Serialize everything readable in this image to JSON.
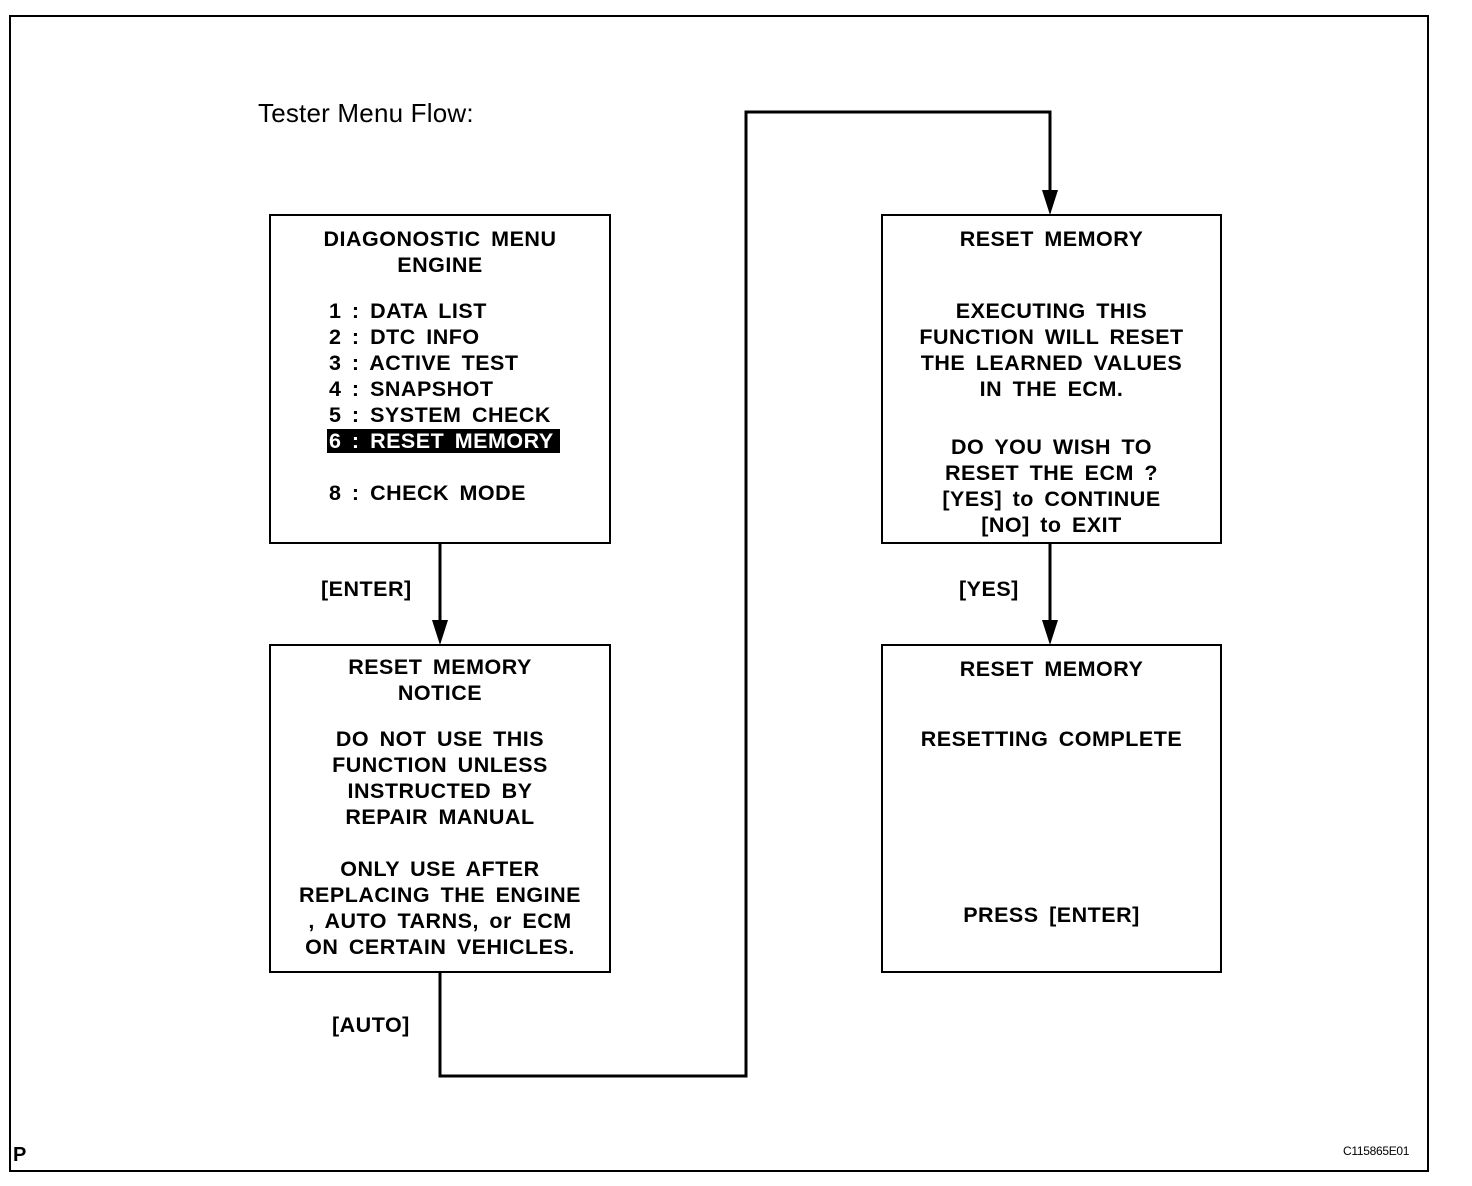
{
  "title": "Tester Menu Flow:",
  "corner_letter": "P",
  "figure_code": "C115865E01",
  "boxes": {
    "diagnostic_menu": {
      "heading": [
        "DIAGONOSTIC MENU",
        "ENGINE"
      ],
      "items": [
        "1 : DATA LIST",
        "2 : DTC INFO",
        "3 : ACTIVE TEST",
        "4 : SNAPSHOT",
        "5 : SYSTEM CHECK",
        "6 : RESET MEMORY",
        "8 : CHECK MODE"
      ],
      "selected_item": "6 : RESET MEMORY"
    },
    "reset_notice": {
      "heading": [
        "RESET MEMORY",
        "NOTICE"
      ],
      "warning": [
        "DO NOT USE THIS",
        "FUNCTION UNLESS",
        "INSTRUCTED BY",
        "REPAIR MANUAL"
      ],
      "usage": [
        "ONLY USE AFTER",
        "REPLACING THE ENGINE",
        ", AUTO TARNS, or ECM",
        "ON CERTAIN VEHICLES."
      ]
    },
    "reset_confirm": {
      "heading": "RESET MEMORY",
      "body": [
        "EXECUTING THIS",
        "FUNCTION WILL RESET",
        "THE LEARNED VALUES",
        "IN THE ECM."
      ],
      "prompt": [
        "DO YOU WISH TO",
        "RESET THE ECM ?",
        "[YES] to CONTINUE",
        "[NO] to EXIT"
      ]
    },
    "reset_complete": {
      "heading": "RESET MEMORY",
      "status": "RESETTING COMPLETE",
      "footer": "PRESS [ENTER]"
    }
  },
  "transitions": {
    "enter": "[ENTER]",
    "auto": "[AUTO]",
    "yes": "[YES]"
  }
}
